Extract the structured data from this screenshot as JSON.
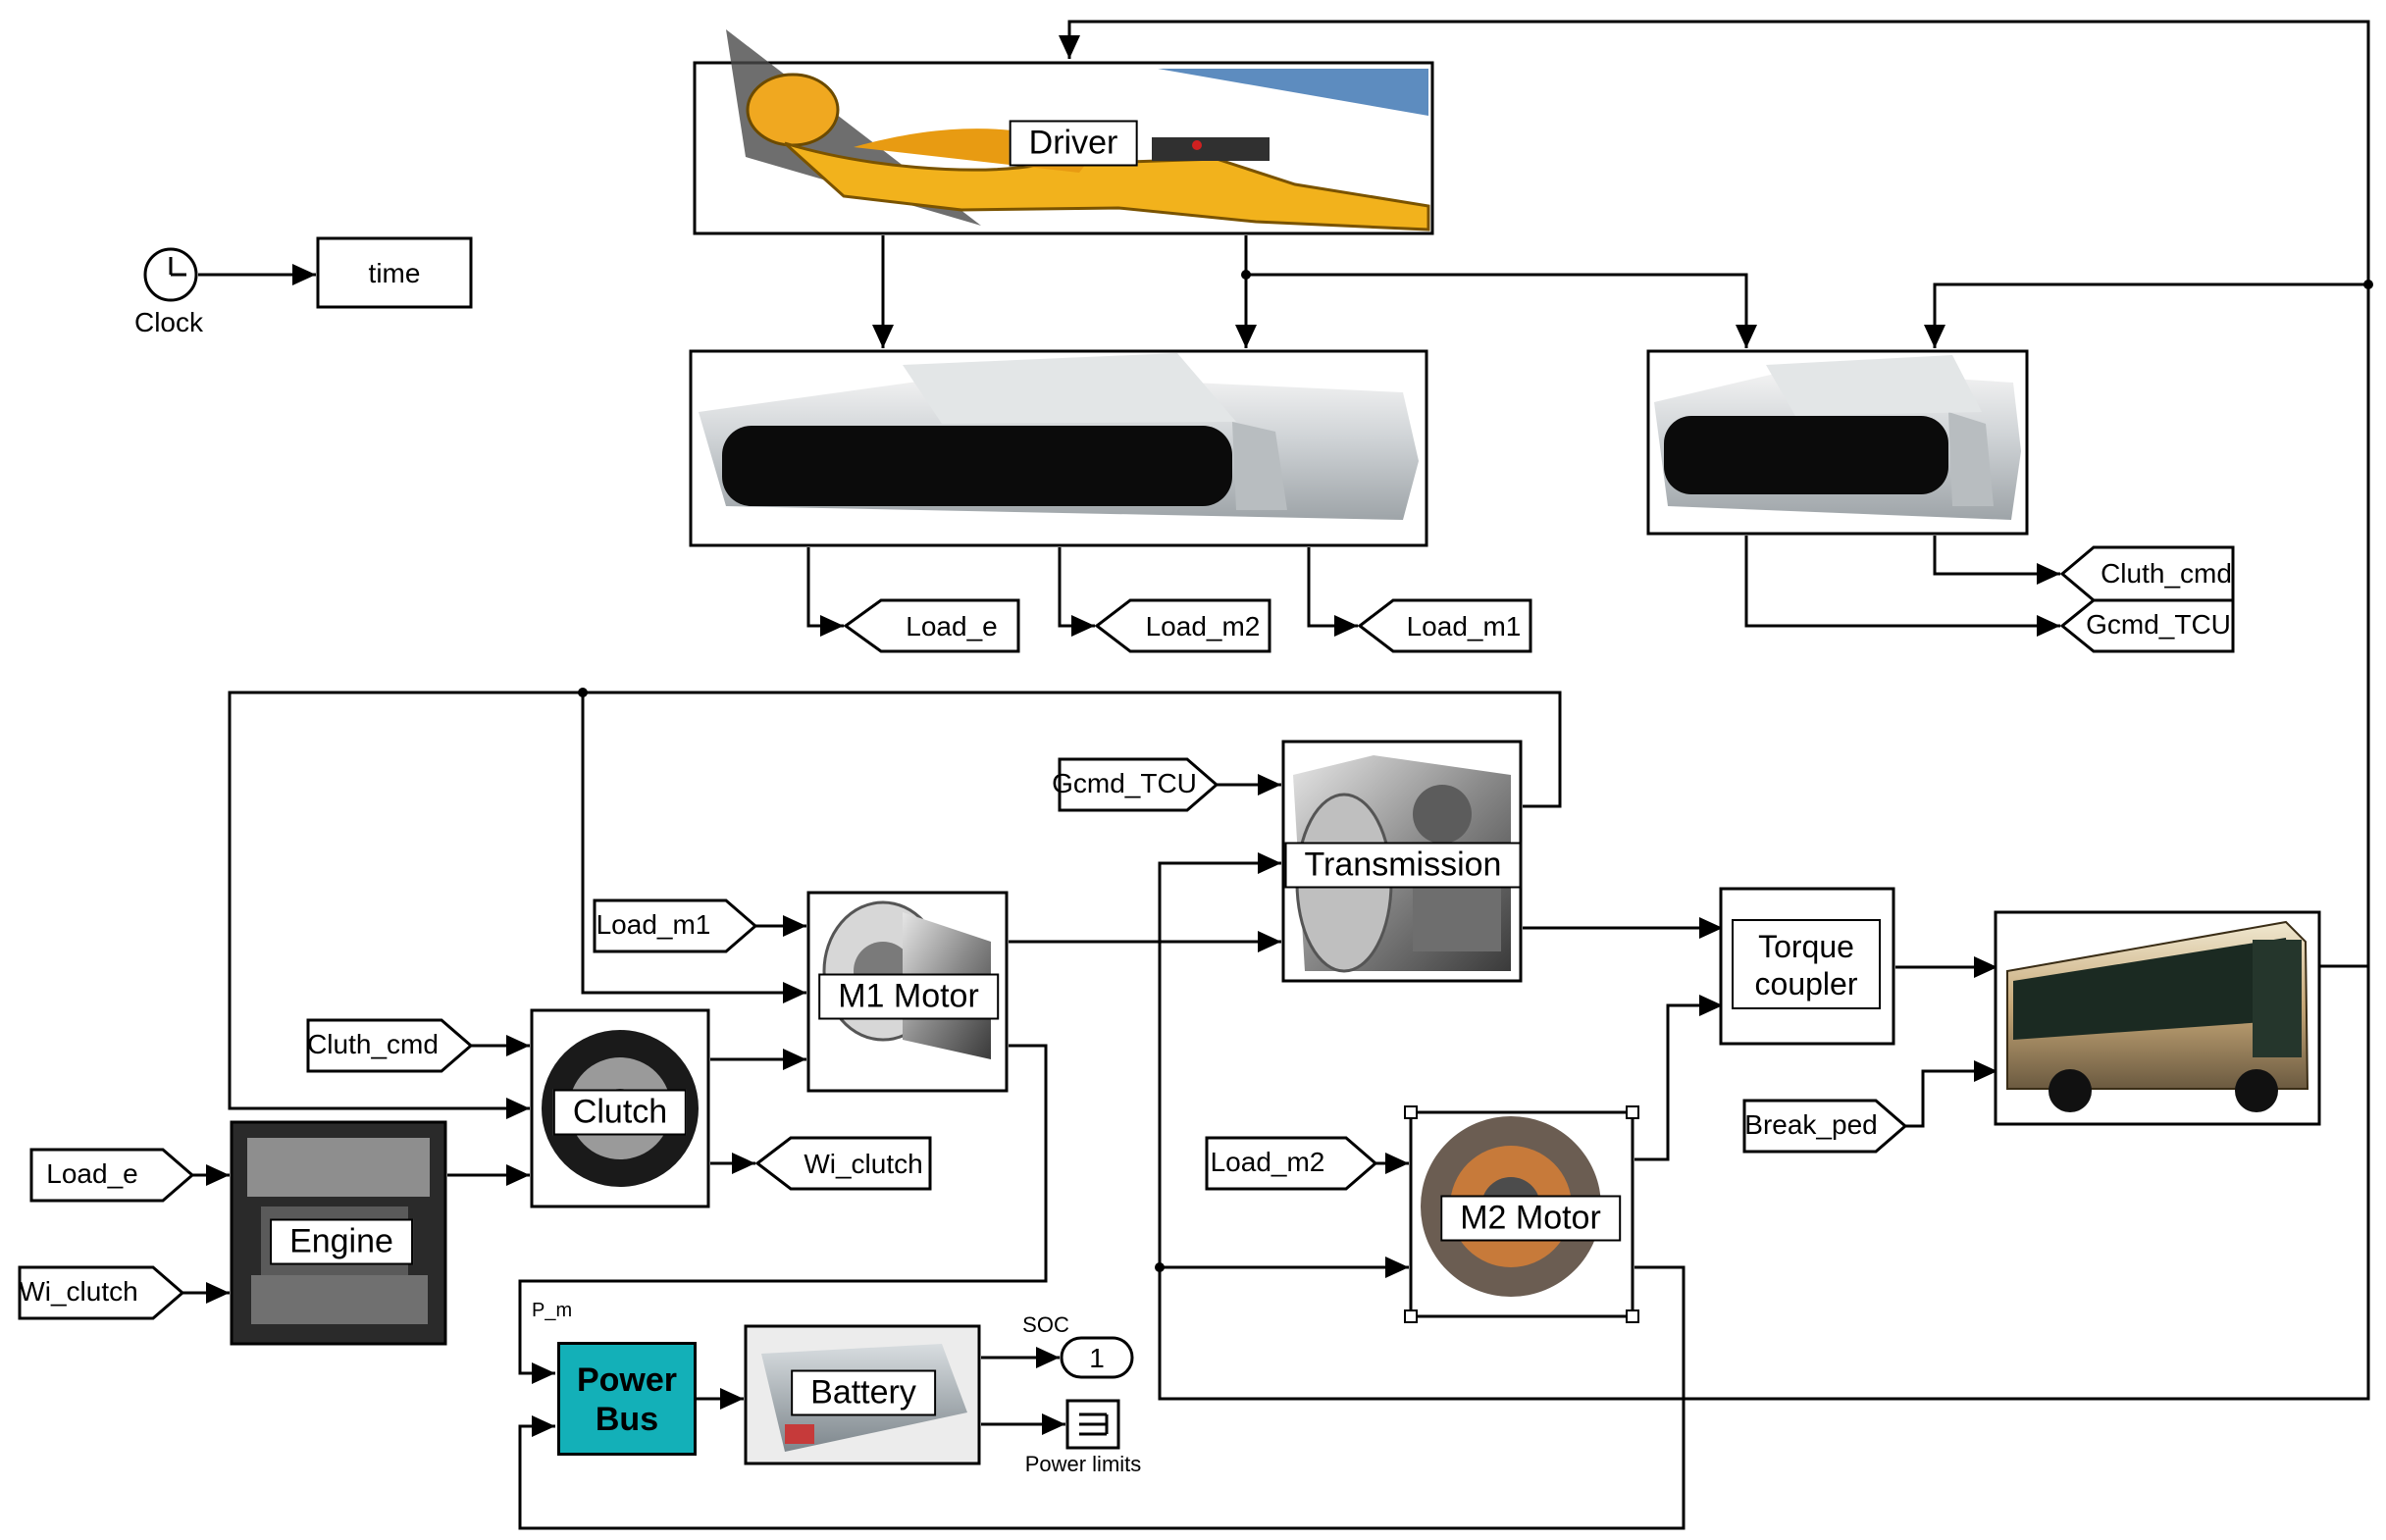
{
  "blocks": {
    "driver": "Driver",
    "time": "time",
    "clock": "Clock",
    "transmission": "Transmission",
    "torque_coupler_line1": "Torque",
    "torque_coupler_line2": "coupler",
    "m1_motor": "M1 Motor",
    "m2_motor": "M2 Motor",
    "clutch": "Clutch",
    "engine": "Engine",
    "power_bus_line1": "Power",
    "power_bus_line2": "Bus",
    "battery": "Battery",
    "soc_label": "SOC",
    "soc_port": "1",
    "power_limits": "Power limits",
    "p_m": "P_m"
  },
  "goto_tags": {
    "load_e": "Load_e",
    "load_m2": "Load_m2",
    "load_m1": "Load_m1",
    "cluth_cmd": "Cluth_cmd",
    "gcmd_tcu": "Gcmd_TCU",
    "wi_clutch": "Wi_clutch"
  },
  "from_tags": {
    "gcmd_tcu": "Gcmd_TCU",
    "load_m1": "Load_m1",
    "cluth_cmd": "Cluth_cmd",
    "load_e": "Load_e",
    "wi_clutch": "Wi_clutch",
    "load_m2": "Load_m2",
    "break_ped": "Break_ped"
  },
  "colors": {
    "power_bus": "#13b0b8",
    "wire": "#000000"
  }
}
